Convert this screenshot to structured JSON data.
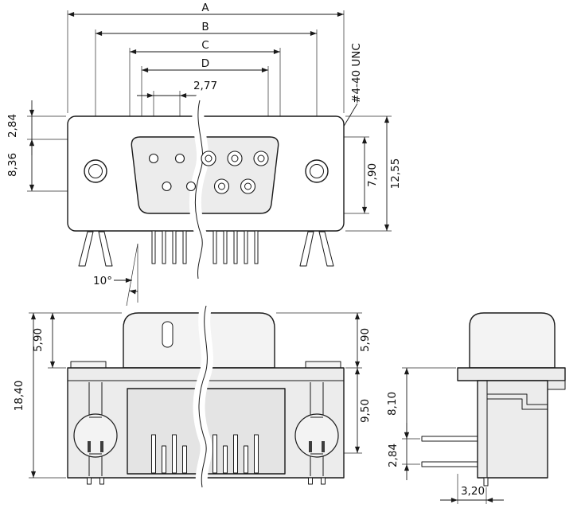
{
  "meta": {
    "title": "D-sub 9 connector dimensional drawing"
  },
  "front_view": {
    "dim_a": "A",
    "dim_b": "B",
    "dim_c": "C",
    "dim_d": "D",
    "pin_pitch": "2,77",
    "row_offset": "2,84",
    "face_dim": "8,36",
    "thread_callout": "#4-40 UNC",
    "insert_height": "7,90",
    "flange_height": "12,55",
    "leg_angle": "10°"
  },
  "front_elevation": {
    "hood_height_left": "5,90",
    "overall_height": "18,40",
    "hood_height_right": "5,90",
    "body_height": "9,50"
  },
  "side_view": {
    "flange_to_pin": "8,10",
    "row_spacing": "2,84",
    "face_to_leg": "3,20"
  }
}
